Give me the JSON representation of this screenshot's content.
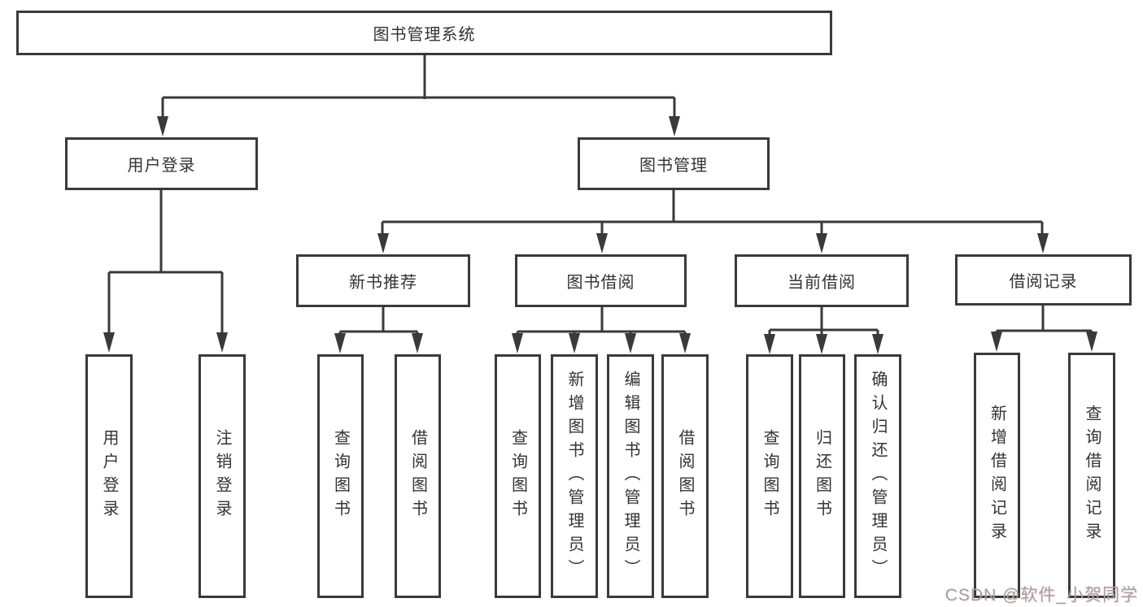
{
  "diagram": {
    "type": "hierarchy-tree",
    "colors": {
      "line": "#3a3a3a",
      "text": "#333333",
      "background": "#ffffff",
      "watermark": "#a2a2a2"
    },
    "watermark": "CSDN @软件_小贺同学",
    "tree": {
      "label": "图书管理系统",
      "children": [
        {
          "label": "用户登录",
          "children": [
            {
              "label": "用户登录"
            },
            {
              "label": "注销登录"
            }
          ]
        },
        {
          "label": "图书管理",
          "children": [
            {
              "label": "新书推荐",
              "children": [
                {
                  "label": "查询图书"
                },
                {
                  "label": "借阅图书"
                }
              ]
            },
            {
              "label": "图书借阅",
              "children": [
                {
                  "label": "查询图书"
                },
                {
                  "label": "新增图书（管理员）"
                },
                {
                  "label": "编辑图书（管理员）"
                },
                {
                  "label": "借阅图书"
                }
              ]
            },
            {
              "label": "当前借阅",
              "children": [
                {
                  "label": "查询图书"
                },
                {
                  "label": "归还图书"
                },
                {
                  "label": "确认归还（管理员）"
                }
              ]
            },
            {
              "label": "借阅记录",
              "children": [
                {
                  "label": "新增借阅记录"
                },
                {
                  "label": "查询借阅记录"
                }
              ]
            }
          ]
        }
      ]
    }
  }
}
